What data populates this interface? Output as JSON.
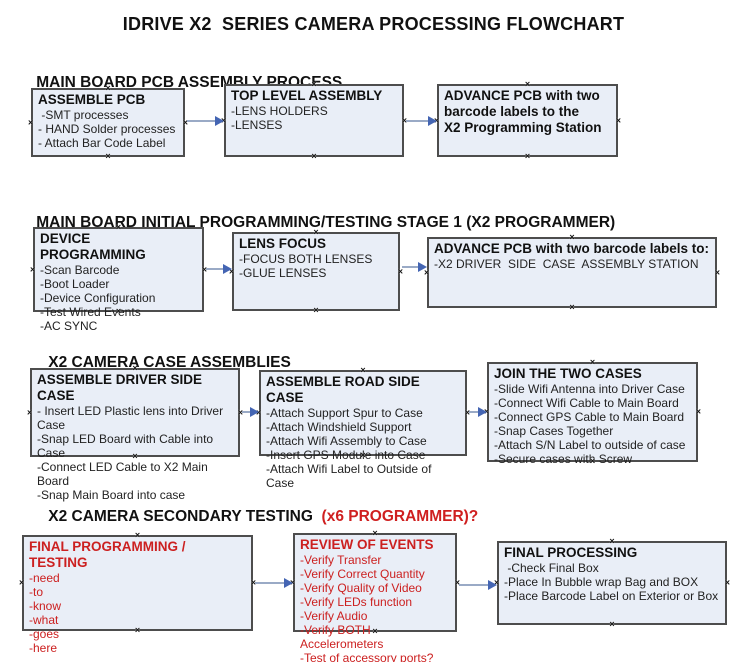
{
  "glyphs": {
    "handle": "×"
  },
  "title": "IDRIVE X2  SERIES CAMERA PROCESSING FLOWCHART",
  "sections": [
    {
      "header": "MAIN BOARD PCB ASSEMBLY PROCESS",
      "header_accent": "",
      "boxes": [
        {
          "title": "ASSEMBLE PCB",
          "body": [
            " -SMT processes",
            "- HAND Solder processes",
            "- Attach Bar Code Label"
          ]
        },
        {
          "title": "TOP LEVEL ASSEMBLY",
          "body": [
            "-LENS HOLDERS",
            "-LENSES"
          ]
        },
        {
          "title": "ADVANCE PCB with two\nbarcode labels to the\n X2 Programming Station",
          "body": []
        }
      ]
    },
    {
      "header": "MAIN BOARD INITIAL PROGRAMMING/TESTING STAGE 1 (X2 PROGRAMMER)",
      "header_accent": "",
      "boxes": [
        {
          "title": "DEVICE PROGRAMMING",
          "body": [
            "-Scan Barcode",
            "-Boot Loader",
            "-Device Configuration",
            "-Test Wired Events",
            "-AC SYNC"
          ]
        },
        {
          "title": "LENS FOCUS",
          "body": [
            "-FOCUS BOTH LENSES",
            "-GLUE LENSES"
          ]
        },
        {
          "title": "ADVANCE PCB with two barcode labels to:",
          "body": [
            "-X2 DRIVER  SIDE  CASE  ASSEMBLY STATION"
          ]
        }
      ]
    },
    {
      "header": "X2 CAMERA CASE ASSEMBLIES",
      "header_accent": "",
      "boxes": [
        {
          "title": "ASSEMBLE DRIVER SIDE CASE",
          "body": [
            "- Insert LED Plastic lens into Driver Case",
            "-Snap LED Board with Cable into Case",
            "-Connect LED Cable to X2 Main Board",
            "-Snap Main Board into case"
          ]
        },
        {
          "title": "ASSEMBLE ROAD SIDE CASE",
          "body": [
            "-Attach Support Spur to Case",
            "-Attach Windshield Support",
            "-Attach Wifi Assembly to Case",
            "-Insert GPS Module into Case",
            "-Attach Wifi Label to Outside of Case"
          ]
        },
        {
          "title": "JOIN THE TWO CASES",
          "body": [
            "-Slide Wifi Antenna into Driver Case",
            "-Connect Wifi Cable to Main Board",
            "-Connect GPS Cable to Main Board",
            "-Snap Cases Together",
            "-Attach S/N Label to outside of case",
            "-Secure cases with Screw"
          ]
        }
      ]
    },
    {
      "header": "X2 CAMERA SECONDARY TESTING ",
      "header_accent": " (x6 PROGRAMMER)?",
      "boxes": [
        {
          "title": "FINAL PROGRAMMING / TESTING",
          "body": [
            "-need",
            "-to",
            "-know",
            "-what",
            "-goes",
            "-here"
          ]
        },
        {
          "title": "REVIEW OF EVENTS",
          "body": [
            "-Verify Transfer",
            "-Verify Correct Quantity",
            "-Verify Quality of Video",
            "-Verify LEDs function",
            "-Verify Audio",
            "-Verify BOTH Accelerometers",
            "-Test of accessory ports?"
          ]
        },
        {
          "title": "FINAL PROCESSING",
          "body": [
            " -Check Final Box",
            "-Place In Bubble wrap Bag and BOX",
            "-Place Barcode Label on Exterior or Box"
          ]
        }
      ]
    }
  ],
  "colors": {
    "box_fill": "#e9eef7",
    "box_border": "#4d4d4d",
    "accent_red": "#cc2020",
    "connector_line": "#9aaac6",
    "connector_arrow": "#4465b3"
  }
}
